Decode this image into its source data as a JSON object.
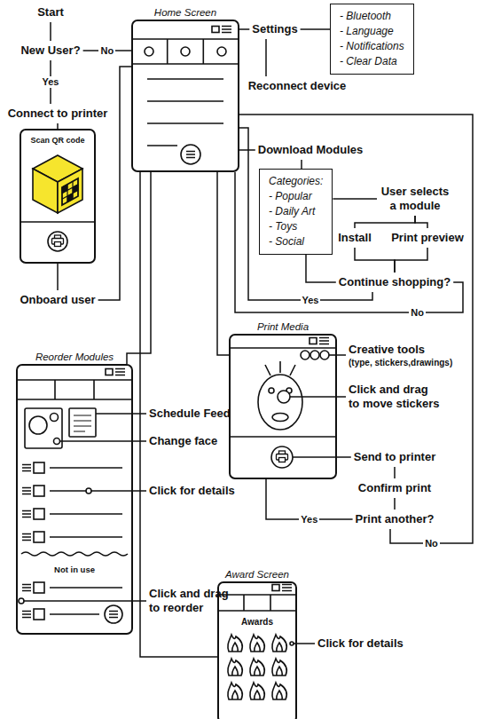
{
  "diagram": {
    "nodes": [
      {
        "text": [
          "Start"
        ]
      },
      {
        "text": [
          "New User?"
        ]
      },
      {
        "text": [
          "Connect to printer"
        ]
      },
      {
        "text": [
          "Scan QR code"
        ]
      },
      {
        "text": [
          "Onboard user"
        ]
      },
      {
        "text": [
          "Home Screen"
        ]
      },
      {
        "text": [
          "Settings"
        ]
      },
      {
        "text": [
          "- Bluetooth",
          "- Language",
          "- Notifications",
          "- Clear Data"
        ]
      },
      {
        "text": [
          "Reconnect device"
        ]
      },
      {
        "text": [
          "Download Modules"
        ]
      },
      {
        "text": [
          "Categories:",
          "- Popular",
          "- Daily Art",
          "- Toys",
          "- Social"
        ]
      },
      {
        "text": [
          "User selects a module"
        ]
      },
      {
        "text": [
          "Install"
        ]
      },
      {
        "text": [
          "Print preview"
        ]
      },
      {
        "text": [
          "Continue shopping?"
        ]
      },
      {
        "text": [
          "Print Media"
        ]
      },
      {
        "text": [
          "Creative tools",
          "(type, stickers,drawings)"
        ]
      },
      {
        "text": [
          "Click and drag to move stickers"
        ]
      },
      {
        "text": [
          "Send to printer"
        ]
      },
      {
        "text": [
          "Confirm print"
        ]
      },
      {
        "text": [
          "Print another?"
        ]
      },
      {
        "text": [
          "Reorder Modules",
          "Not in use"
        ]
      },
      {
        "text": [
          "Schedule Feed"
        ]
      },
      {
        "text": [
          "Change face"
        ]
      },
      {
        "text": [
          "Click for details"
        ]
      },
      {
        "text": [
          "Click and drag to reorder"
        ]
      },
      {
        "text": [
          "Award Screen",
          "Awards"
        ]
      },
      {
        "text": [
          "Click for details"
        ]
      }
    ],
    "edges": [
      {
        "from": 0,
        "to": 1,
        "arrow": "none"
      },
      {
        "from": 1,
        "to": 2,
        "label": "Yes",
        "arrow": "none"
      },
      {
        "from": 1,
        "to": 5,
        "label": "No",
        "arrow": "none"
      },
      {
        "from": 2,
        "to": 3,
        "arrow": "none"
      },
      {
        "from": 3,
        "to": 4,
        "arrow": "none"
      },
      {
        "from": 4,
        "to": 5,
        "arrow": "none"
      },
      {
        "from": 5,
        "to": 6,
        "arrow": "none"
      },
      {
        "from": 6,
        "to": 7,
        "arrow": "none"
      },
      {
        "from": 6,
        "to": 8,
        "arrow": "none"
      },
      {
        "from": 5,
        "to": 9,
        "arrow": "none"
      },
      {
        "from": 9,
        "to": 10,
        "arrow": "none"
      },
      {
        "from": 10,
        "to": 11,
        "arrow": "none"
      },
      {
        "from": 11,
        "to": 12,
        "arrow": "none"
      },
      {
        "from": 11,
        "to": 13,
        "arrow": "none"
      },
      {
        "from": 12,
        "to": 14,
        "arrow": "none"
      },
      {
        "from": 13,
        "to": 14,
        "arrow": "none"
      },
      {
        "from": 10,
        "to": 14,
        "arrow": "none"
      },
      {
        "from": 14,
        "to": 5,
        "label": "Yes",
        "arrow": "none"
      },
      {
        "from": 14,
        "to": 5,
        "label": "No",
        "arrow": "none"
      },
      {
        "from": 5,
        "to": 21,
        "arrow": "none"
      },
      {
        "from": 5,
        "to": 15,
        "arrow": "none"
      },
      {
        "from": 5,
        "to": 26,
        "arrow": "none"
      },
      {
        "from": 15,
        "to": 16,
        "arrow": "none"
      },
      {
        "from": 15,
        "to": 17,
        "arrow": "none"
      },
      {
        "from": 15,
        "to": 18,
        "arrow": "none"
      },
      {
        "from": 18,
        "to": 19,
        "arrow": "none"
      },
      {
        "from": 19,
        "to": 20,
        "arrow": "none"
      },
      {
        "from": 20,
        "to": 15,
        "label": "Yes",
        "arrow": "none"
      },
      {
        "from": 20,
        "to": 5,
        "label": "No",
        "arrow": "none"
      },
      {
        "from": 21,
        "to": 22,
        "arrow": "none"
      },
      {
        "from": 21,
        "to": 23,
        "arrow": "none"
      },
      {
        "from": 21,
        "to": 24,
        "arrow": "none"
      },
      {
        "from": 21,
        "to": 25,
        "arrow": "none"
      },
      {
        "from": 26,
        "to": 27,
        "arrow": "none"
      }
    ]
  }
}
